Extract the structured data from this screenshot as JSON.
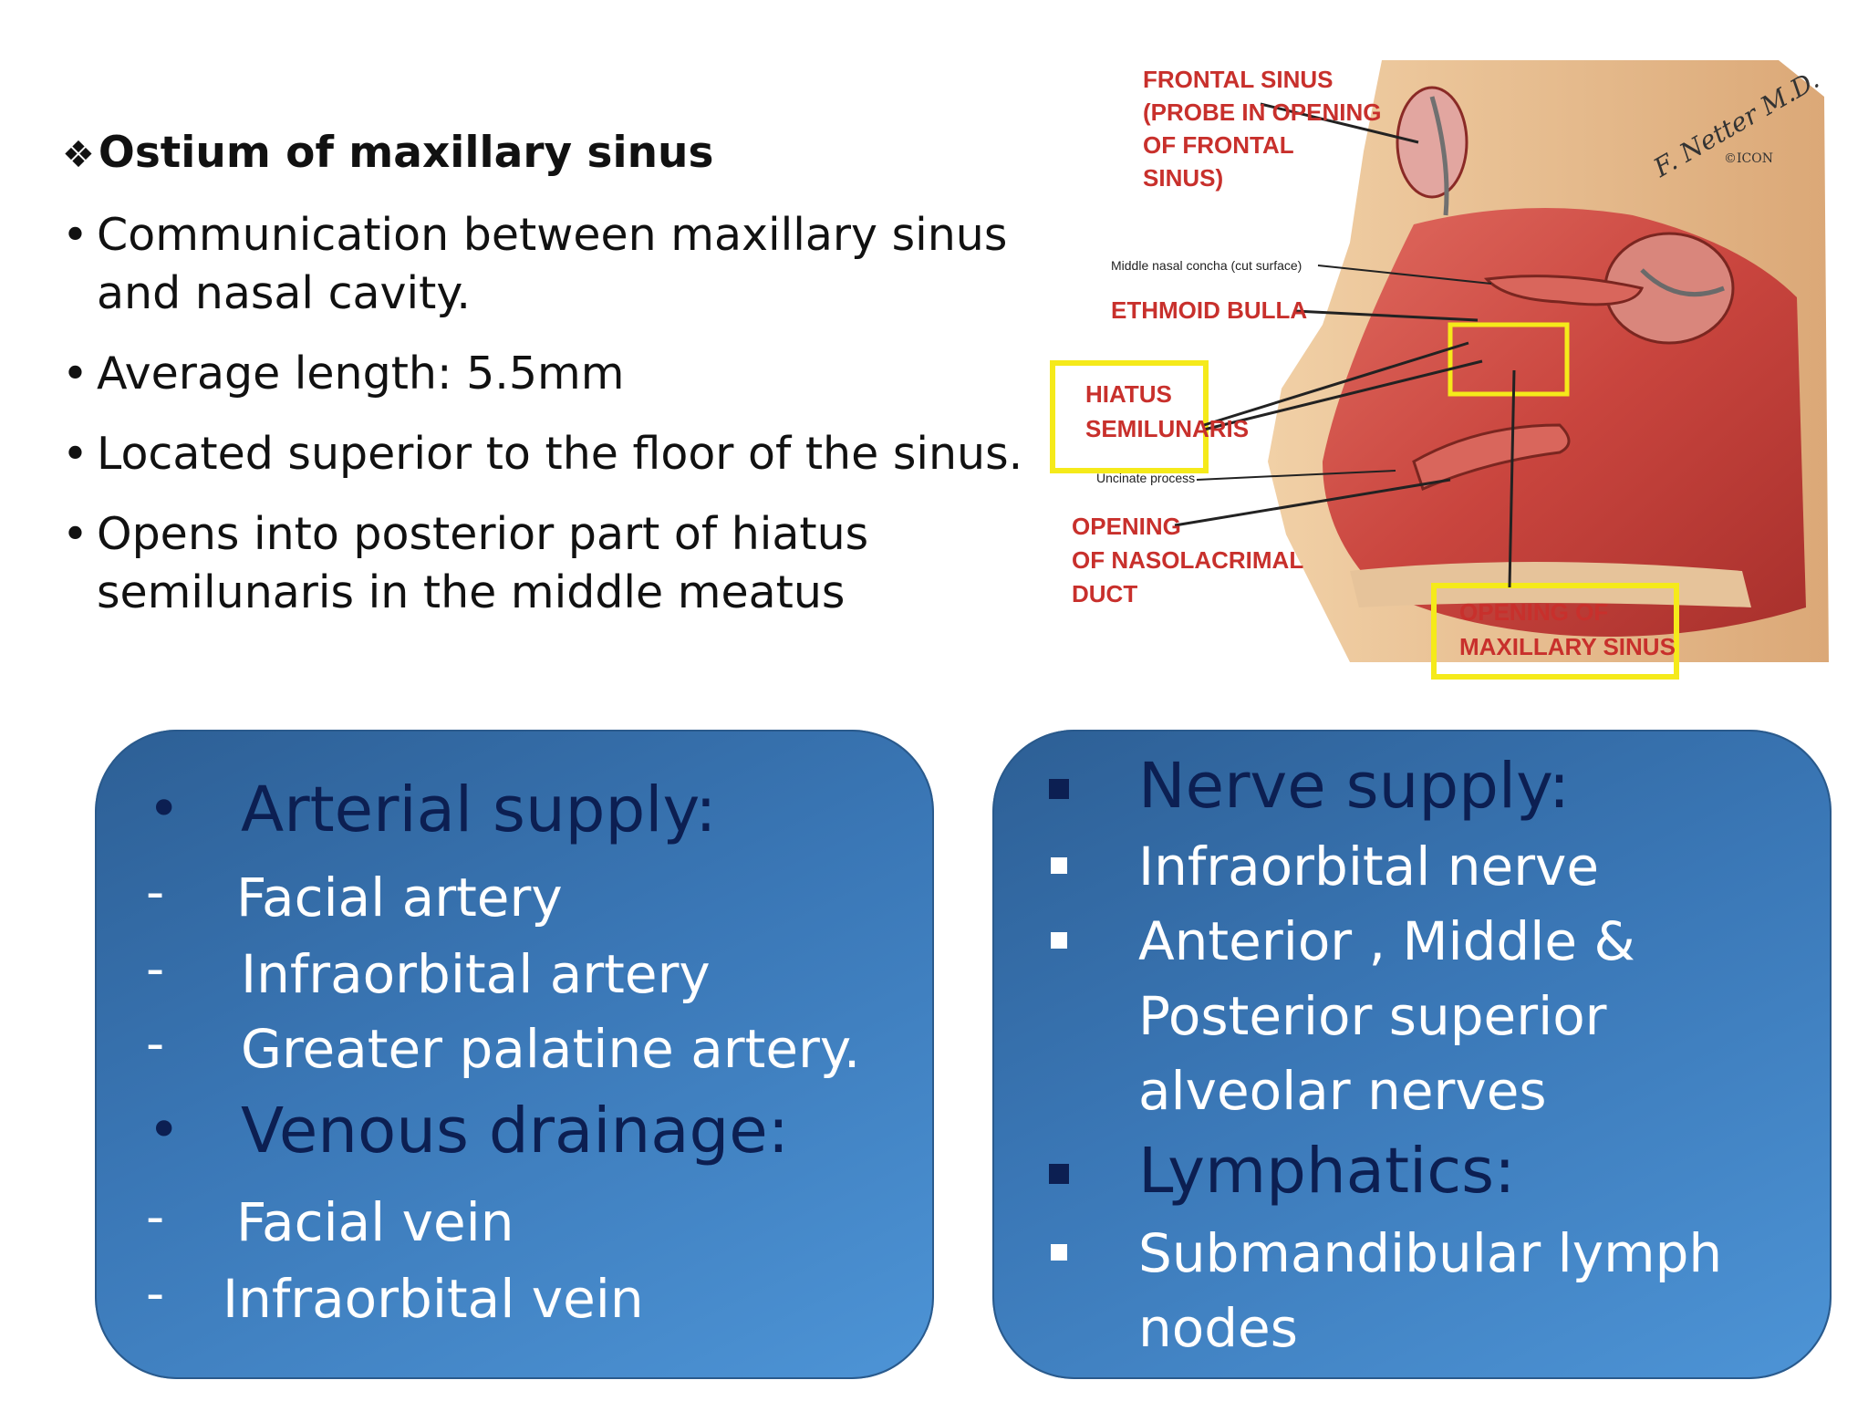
{
  "heading": {
    "symbol": "❖",
    "text": "Ostium of maxillary sinus"
  },
  "bullets": [
    "Communication between maxillary sinus and nasal cavity.",
    "Average length: 5.5mm",
    "Located superior to the floor of the sinus.",
    "Opens into posterior part of hiatus semilunaris in the middle meatus"
  ],
  "figure": {
    "labels": {
      "frontal": [
        "FRONTAL SINUS",
        "(PROBE IN OPENING",
        "OF FRONTAL",
        "SINUS)"
      ],
      "concha": "Middle nasal concha (cut surface)",
      "bulla": "ETHMOID BULLA",
      "hiatus": [
        "HIATUS",
        "SEMILUNARIS"
      ],
      "uncinate": "Uncinate process",
      "nasolacrimal": [
        "OPENING",
        "OF NASOLACRIMAL",
        "DUCT"
      ],
      "maxillary": [
        "OPENING OF",
        "MAXILLARY SINUS"
      ],
      "signature": "F. Netter M.D.",
      "publisher": "©ICON"
    },
    "colors": {
      "tissue": "#c9453e",
      "bone": "#e8b98a",
      "highlight": "#f5ea1a"
    }
  },
  "left_panel": {
    "arterial_heading": "Arterial supply:",
    "arteries": [
      "Facial artery",
      "Infraorbital artery",
      "Greater palatine artery."
    ],
    "venous_heading": "Venous drainage:",
    "veins": [
      "Facial vein",
      "Infraorbital vein"
    ]
  },
  "right_panel": {
    "nerve_heading": "Nerve supply:",
    "nerves": [
      "Infraorbital nerve",
      "Anterior , Middle &",
      "Posterior superior",
      "alveolar nerves"
    ],
    "lymph_heading": "Lymphatics:",
    "lymph": [
      "Submandibular lymph",
      "nodes"
    ]
  },
  "colors": {
    "panel": "#3a77b6",
    "heading_text": "#0c1f52",
    "item_text": "#ffffff"
  }
}
